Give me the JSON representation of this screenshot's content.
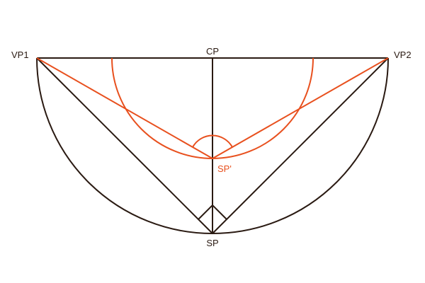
{
  "labels": {
    "vp1": "VP1",
    "vp2": "VP2",
    "cp": "CP",
    "sp": "SP",
    "sp_prime": "SP'"
  },
  "colors": {
    "construction": "#2a1a12",
    "accent": "#e8501e",
    "background": "#ffffff"
  }
}
